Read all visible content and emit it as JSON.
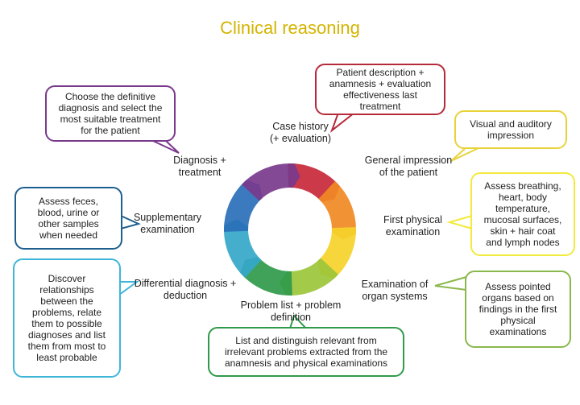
{
  "title": "Clinical reasoning",
  "stages": [
    {
      "id": "case-history",
      "label": "Case history\n(+ evaluation)"
    },
    {
      "id": "general-impression",
      "label": "General impression\nof the patient"
    },
    {
      "id": "first-physical",
      "label": "First physical\nexamination"
    },
    {
      "id": "organ-systems",
      "label": "Examination of\norgan systems"
    },
    {
      "id": "problem-list",
      "label": "Problem list + problem\ndefinition"
    },
    {
      "id": "differential",
      "label": "Differential diagnosis +\ndeduction"
    },
    {
      "id": "supplementary",
      "label": "Supplementary\nexamination"
    },
    {
      "id": "diagnosis",
      "label": "Diagnosis +\ntreatment"
    }
  ],
  "callouts": [
    {
      "id": "case-history",
      "text": "Patient description +\nanamnesis + evaluation\neffectiveness last\ntreatment",
      "color": "#b52a3a"
    },
    {
      "id": "general-impression",
      "text": "Visual and auditory\nimpression",
      "color": "#e8d23a"
    },
    {
      "id": "first-physical",
      "text": "Assess breathing,\nheart, body\ntemperature,\nmucosal surfaces,\nskin + hair coat\nand lymph nodes",
      "color": "#f2ea3c"
    },
    {
      "id": "organ-systems",
      "text": "Assess pointed\norgans based on\nfindings in the first\nphysical\nexaminations",
      "color": "#8ab84c"
    },
    {
      "id": "problem-list",
      "text": "List and distinguish relevant from\nirrelevant problems extracted from the\nanamnesis and physical examinations",
      "color": "#2f9a4a"
    },
    {
      "id": "differential",
      "text": "Discover\nrelationships\nbetween the\nproblems, relate\nthem to possible\ndiagnoses and list\nthem from most to\nleast probable",
      "color": "#3fb6d8"
    },
    {
      "id": "supplementary",
      "text": "Assess feces,\nblood, urine or\nother samples\nwhen needed",
      "color": "#1f5f8f"
    },
    {
      "id": "diagnosis",
      "text": "Choose the definitive\ndiagnosis and select the\nmost suitable treatment\nfor the patient",
      "color": "#7a3a8c"
    }
  ],
  "ring_colors": [
    "#c8283a",
    "#f08a24",
    "#f5d22a",
    "#9cc63b",
    "#2f9a4a",
    "#35a7c9",
    "#2a6fb8",
    "#7a3a8c"
  ]
}
